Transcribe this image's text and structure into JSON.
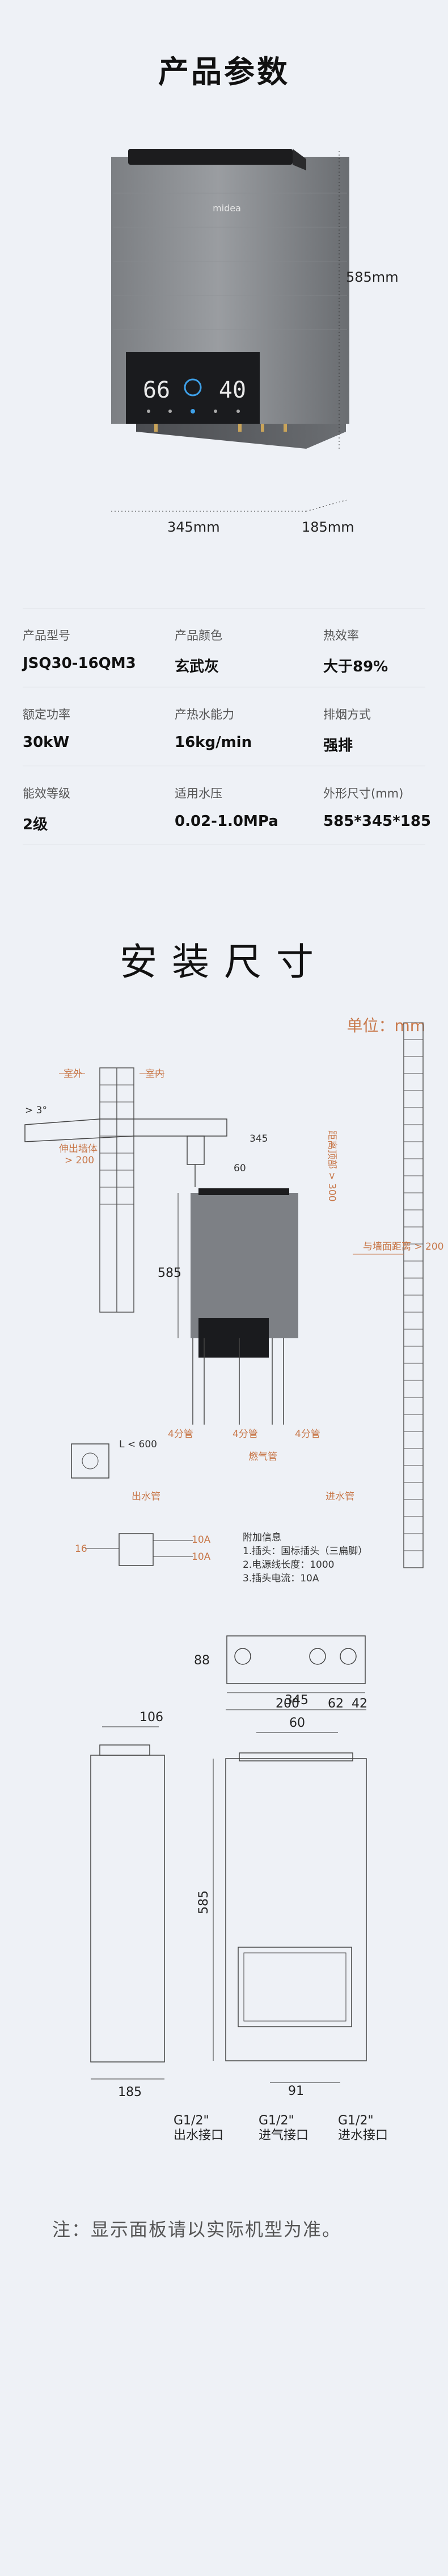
{
  "section1": {
    "title": "产品参数",
    "height_dim": "585mm",
    "width_dim": "345mm",
    "depth_dim": "185mm",
    "display_left": "66",
    "display_right": "40",
    "specs": [
      [
        {
          "label": "产品型号",
          "value": "JSQ30-16QM3"
        },
        {
          "label": "产品颜色",
          "value": "玄武灰"
        },
        {
          "label": "热效率",
          "value": "大于89%"
        }
      ],
      [
        {
          "label": "额定功率",
          "value": "30kW"
        },
        {
          "label": "产热水能力",
          "value": "16kg/min"
        },
        {
          "label": "排烟方式",
          "value": "强排"
        }
      ],
      [
        {
          "label": "能效等级",
          "value": "2级"
        },
        {
          "label": "适用水压",
          "value": "0.02-1.0MPa"
        },
        {
          "label": "外形尺寸(mm)",
          "value": "585*345*185"
        }
      ]
    ]
  },
  "section2": {
    "title": "安装尺寸",
    "unit": "单位：mm",
    "outside": "室外",
    "inside": "室内",
    "slope": "> 3°",
    "flue_extend": "伸出墙体",
    "flue_extend_val": "> 200",
    "ceiling_dist": "距离顶部 > 300",
    "wall_dist": "与墙面距离 > 200",
    "d60": "60",
    "d345": "345",
    "d585": "585",
    "l600": "L < 600",
    "p4a": "4分管",
    "p4b": "4分管",
    "p4c": "4分管",
    "gas_pipe": "燃气管",
    "out_pipe": "出水管",
    "in_pipe": "进水管",
    "d16": "16",
    "amp1": "10A",
    "amp2": "10A",
    "attach_title": "附加信息",
    "attach_1": "1.插头：国标插头（三扁脚）",
    "attach_2": "2.电源线长度：1000",
    "attach_3": "3.插头电流：10A"
  },
  "section3": {
    "d88": "88",
    "d200": "200",
    "d62": "62",
    "d42": "42",
    "d106": "106",
    "d345": "345",
    "d60": "60",
    "d585": "585",
    "d185": "185",
    "d91": "91",
    "g_out_a": "G1/2\"",
    "g_out_b": "出水接口",
    "g_gas_a": "G1/2\"",
    "g_gas_b": "进气接口",
    "g_in_a": "G1/2\"",
    "g_in_b": "进水接口"
  },
  "note": "注：显示面板请以实际机型为准。"
}
